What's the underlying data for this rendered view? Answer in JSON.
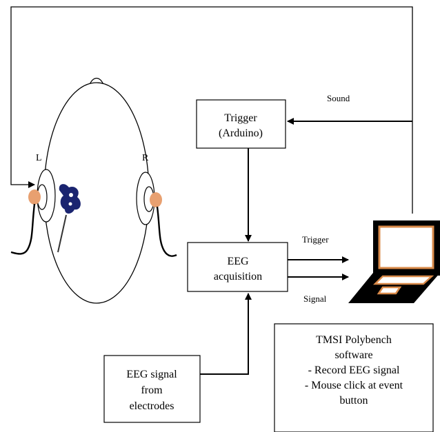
{
  "ear_labels": {
    "left": "L",
    "right": "R"
  },
  "sound_label": "Sound",
  "trigger_box": {
    "line1": "Trigger",
    "line2": "(Arduino)"
  },
  "eeg_box": {
    "line1": "EEG",
    "line2": "acquisition"
  },
  "output_labels": {
    "trigger": "Trigger",
    "signal": "Signal"
  },
  "electrode_box": {
    "line1": "EEG signal",
    "line2": "from",
    "line3": "electrodes"
  },
  "software_box": {
    "line1": "TMSI Polybench",
    "line2": "software",
    "line3": "- Record EEG signal",
    "line4": "- Mouse click at event",
    "line5": "button"
  },
  "colors": {
    "earpiece": "#e8a070",
    "laptop_screen": "#d98a4a",
    "electrode": "#1a2470"
  }
}
